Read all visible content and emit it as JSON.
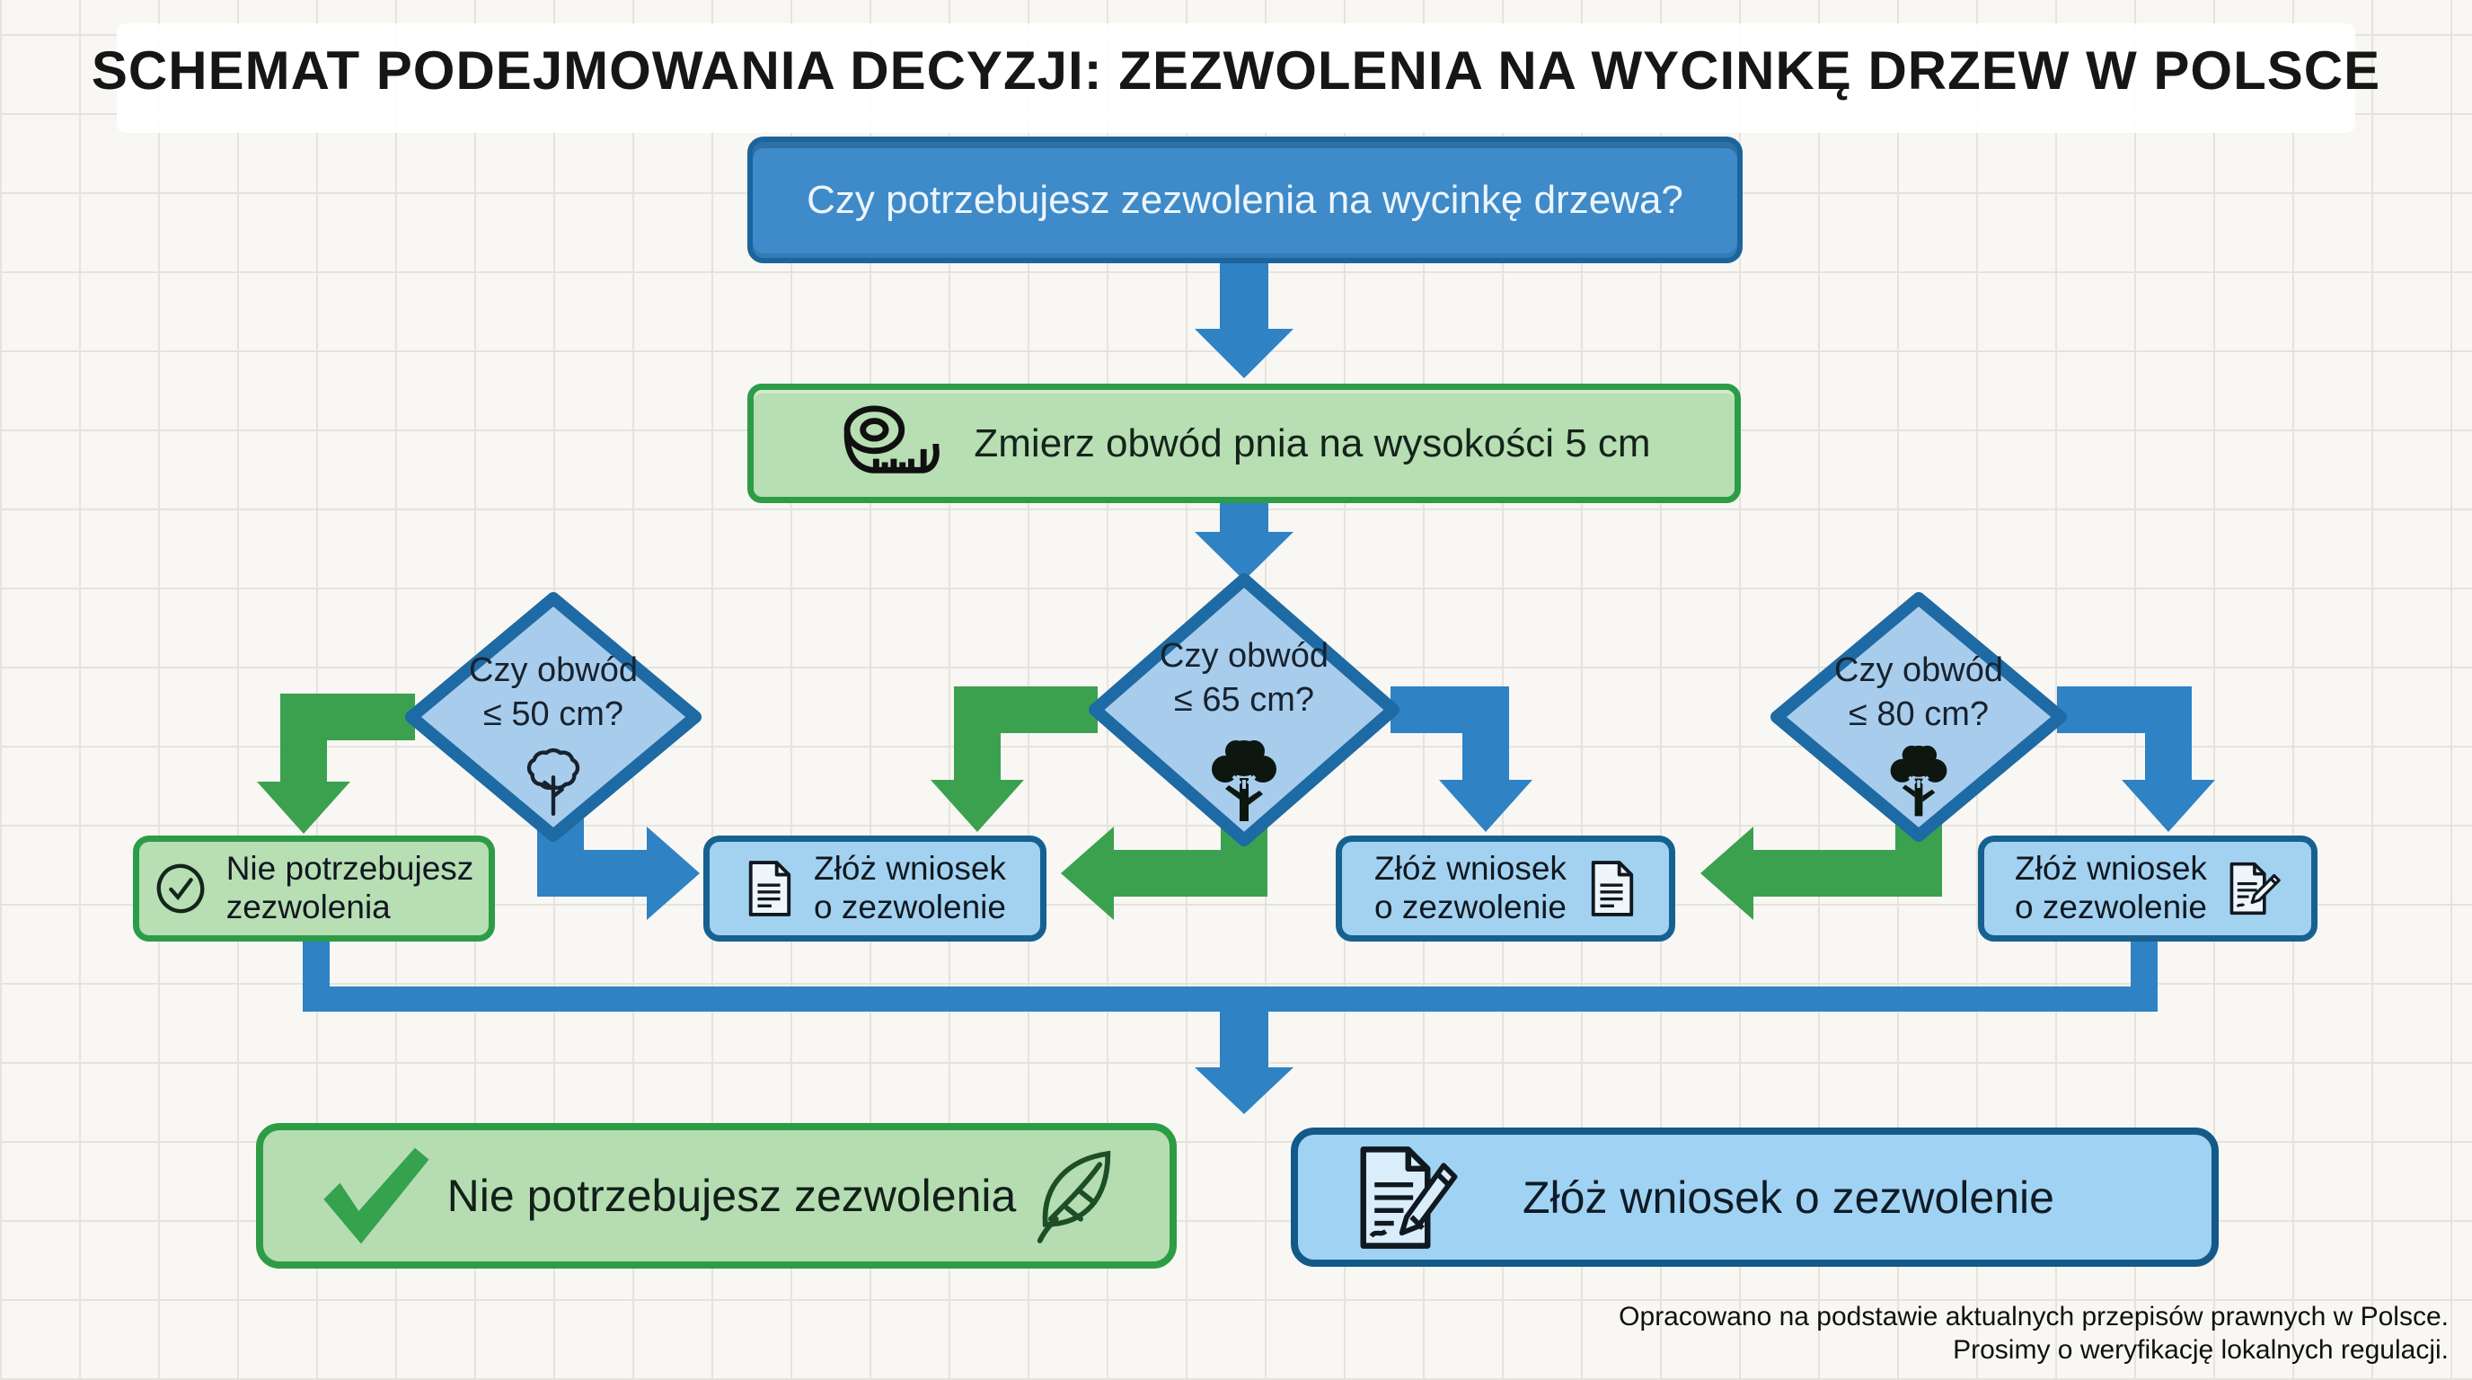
{
  "title": "SCHEMAT PODEJMOWANIA DECYZJI: ZEZWOLENIA NA WYCINKĘ DRZEW W POLSCE",
  "nodes": {
    "start": "Czy potrzebujesz zezwolenia na wycinkę drzewa?",
    "measure": "Zmierz obwód pnia na wysokości 5 cm",
    "decision_50": {
      "line1": "Czy obwód",
      "line2": "≤ 50 cm?"
    },
    "decision_65": {
      "line1": "Czy obwód",
      "line2": "≤ 65 cm?"
    },
    "decision_80": {
      "line1": "Czy obwód",
      "line2": "≤ 80 cm?"
    },
    "no_permit_small": {
      "line1": "Nie potrzebujesz",
      "line2": "zezwolenia"
    },
    "apply_1": {
      "line1": "Złóż wniosek",
      "line2": "o zezwolenie"
    },
    "apply_2": {
      "line1": "Złóż wniosek",
      "line2": "o zezwolenie"
    },
    "apply_3": {
      "line1": "Złóż wniosek",
      "line2": "o zezwolenie"
    },
    "final_no_permit": "Nie potrzebujesz zezwolenia",
    "final_apply": "Złóż wniosek o zezwolenie"
  },
  "footer": {
    "line1": "Opracowano na podstawie aktualnych przepisów prawnych w Polsce.",
    "line2": "Prosimy o weryfikację lokalnych regulacji."
  },
  "icons": {
    "measure": "measuring-tape-icon",
    "decision_small": "tree-outline-icon",
    "decision_solid": "tree-solid-icon",
    "no_permit": "check-circle-icon",
    "apply": "document-icon",
    "apply_sign": "document-pen-icon",
    "final_ok": "big-checkmark-icon",
    "final_leaf": "leaf-icon"
  },
  "colors": {
    "arrow_yes_green": "#3ba14f",
    "arrow_no_blue": "#2f82c3",
    "box_blue_fill": "#3f8ac8",
    "box_blue_border": "#1b649d",
    "box_lightblue_fill": "#a3d2f1",
    "box_lightblue_border": "#16618f",
    "box_green_fill": "#b8deb3",
    "box_green_border": "#2d9c47",
    "diamond_fill": "#a8cdec",
    "diamond_border": "#1e6aa4",
    "background": "#f8f7f3"
  }
}
